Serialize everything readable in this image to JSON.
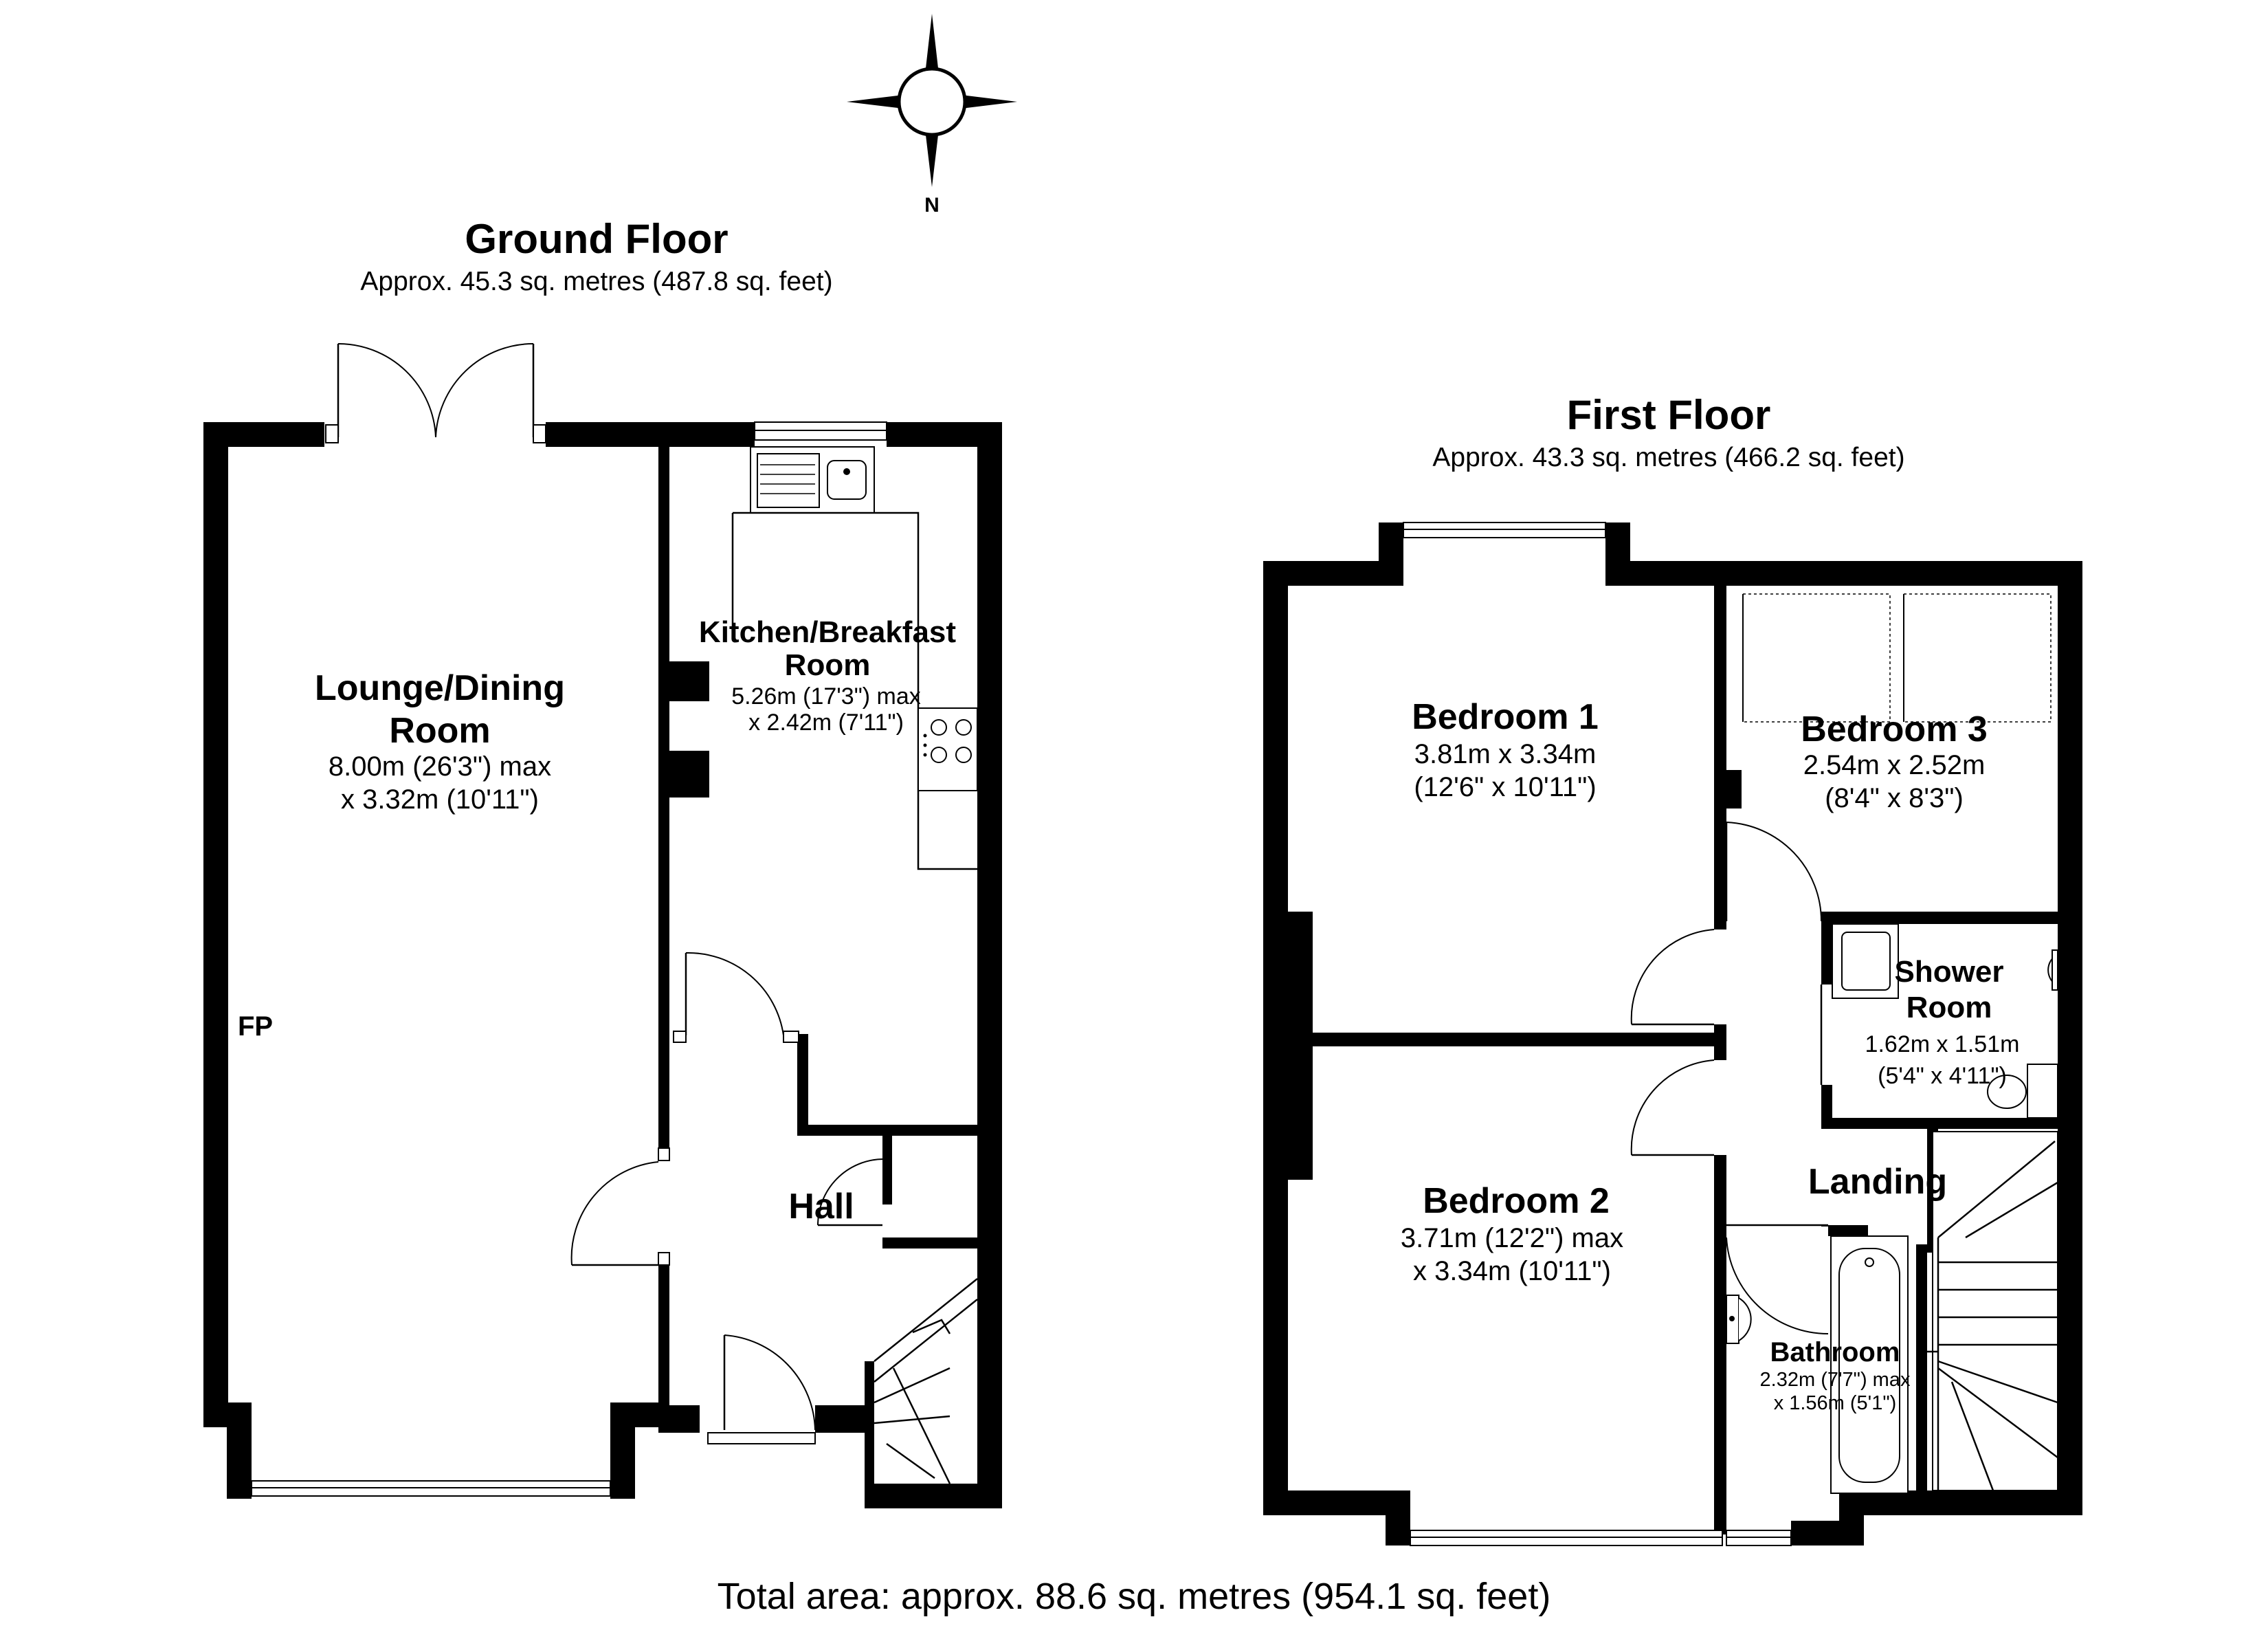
{
  "compass": {
    "north_label": "N",
    "icon": "compass-rose-icon"
  },
  "ground_floor": {
    "title": "Ground Floor",
    "area": "Approx. 45.3 sq. metres (487.8 sq. feet)",
    "rooms": {
      "lounge": {
        "name_line1": "Lounge/Dining",
        "name_line2": "Room",
        "dim_line1": "8.00m (26'3\") max",
        "dim_line2": "x 3.32m (10'11\")"
      },
      "kitchen": {
        "name_line1": "Kitchen/Breakfast",
        "name_line2": "Room",
        "dim_line1": "5.26m (17'3\") max",
        "dim_line2": "x 2.42m (7'11\")"
      },
      "hall": {
        "name": "Hall"
      }
    },
    "fireplace_label": "FP"
  },
  "first_floor": {
    "title": "First Floor",
    "area": "Approx. 43.3 sq. metres (466.2 sq. feet)",
    "rooms": {
      "bedroom1": {
        "name": "Bedroom 1",
        "dim_line1": "3.81m x 3.34m",
        "dim_line2": "(12'6\" x 10'11\")"
      },
      "bedroom2": {
        "name": "Bedroom 2",
        "dim_line1": "3.71m (12'2\") max",
        "dim_line2": "x 3.34m (10'11\")"
      },
      "bedroom3": {
        "name": "Bedroom 3",
        "dim_line1": "2.54m x 2.52m",
        "dim_line2": "(8'4\" x 8'3\")"
      },
      "shower": {
        "name_line1": "Shower",
        "name_line2": "Room",
        "dim_line1": "1.62m x 1.51m",
        "dim_line2": "(5'4\" x 4'11\")"
      },
      "landing": {
        "name": "Landing"
      },
      "bathroom": {
        "name": "Bathroom",
        "dim_line1": "2.32m (7'7\") max",
        "dim_line2": "x 1.56m (5'1\")"
      }
    }
  },
  "total_area": "Total area: approx. 88.6 sq. metres (954.1 sq. feet)"
}
